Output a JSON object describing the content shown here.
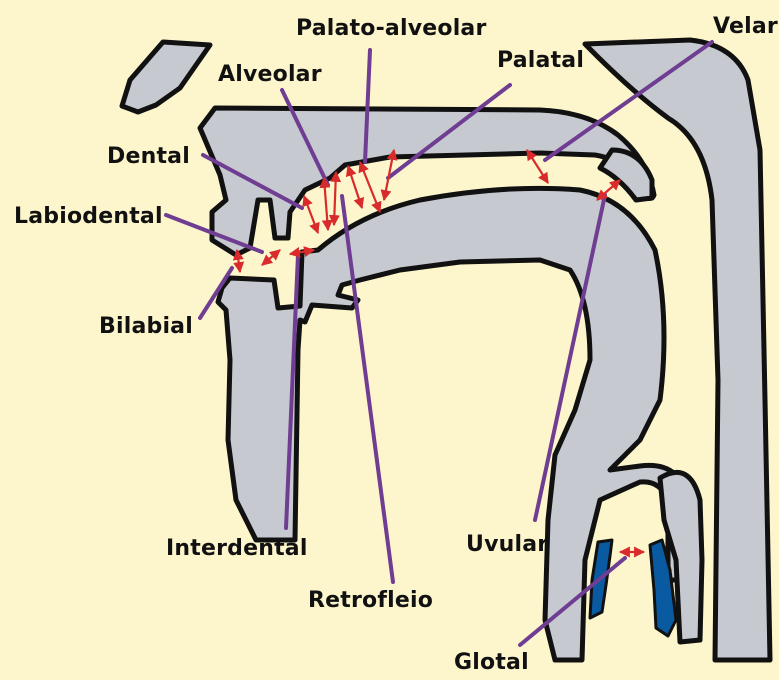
{
  "diagram": {
    "colors": {
      "background": "#fdf6cc",
      "organ_fill": "#c6c9cf",
      "outline": "#111111",
      "leader_line": "#6f3d92",
      "arrow": "#d92b2b",
      "vocal_folds": "#0a5aa2"
    },
    "labels": {
      "palato_alveolar": "Palato-alveolar",
      "velar": "Velar",
      "alveolar": "Alveolar",
      "palatal": "Palatal",
      "dental": "Dental",
      "labiodental": "Labiodental",
      "bilabial": "Bilabial",
      "interdental": "Interdental",
      "uvular": "Uvular",
      "retroflex": "Retrofleio",
      "glottal": "Glotal"
    }
  }
}
